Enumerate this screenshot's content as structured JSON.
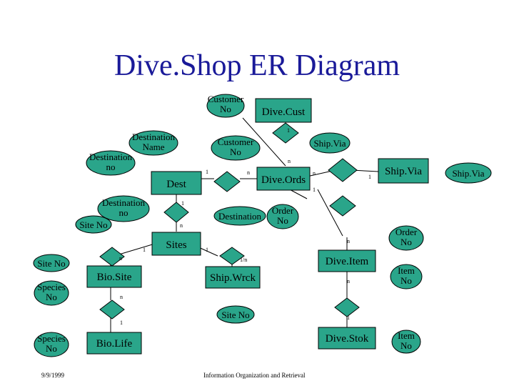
{
  "title": "Dive.Shop ER Diagram",
  "footer": {
    "date": "9/9/1999",
    "course": "Information Organization and Retrieval"
  },
  "entities": {
    "dive_cust": "Dive.Cust",
    "dest": "Dest",
    "dive_ords": "Dive.Ords",
    "ship_via": "Ship.Via",
    "sites": "Sites",
    "dive_item": "Dive.Item",
    "bio_site": "Bio.Site",
    "ship_wrck": "Ship.Wrck",
    "dive_stok": "Dive.Stok",
    "bio_life": "Bio.Life"
  },
  "attributes": {
    "customer_no_top": [
      "Customer",
      "No"
    ],
    "destination_name": [
      "Destination",
      "Name"
    ],
    "destination_no_a": [
      "Destination",
      "no"
    ],
    "customer_no_mid": [
      "Customer",
      "No"
    ],
    "ship_via_attr": "Ship.Via",
    "ship_via_far": "Ship.Via",
    "destination_no_b": [
      "Destination",
      "no"
    ],
    "site_no_a": "Site No",
    "destination": "Destination",
    "order_no_a": [
      "Order",
      "No"
    ],
    "order_no_b": [
      "Order",
      "No"
    ],
    "site_no_b": "Site No",
    "species_no_a": [
      "Species",
      "No"
    ],
    "item_no_a": [
      "Item",
      "No"
    ],
    "site_no_c": "Site No",
    "species_no_b": [
      "Species",
      "No"
    ],
    "item_no_b": [
      "Item",
      "No"
    ]
  },
  "cardinalities": {
    "cust_ords_1": "1",
    "cust_ords_n": "n",
    "dest_ords_1": "1",
    "dest_ords_n": "n",
    "ords_ship_n": "n",
    "ords_ship_1": "1",
    "ords_item_1": "1",
    "dest_sites_1": "1",
    "dest_sites_n": "n",
    "sites_bio_1": "1",
    "sites_bio_n": "n",
    "sites_wrck_1": "1",
    "sites_wrck_1n": "1/n",
    "item_n": "n",
    "item_stok_n": "n",
    "stok_1": "1",
    "bio_n": "n",
    "bio_life_1": "1"
  }
}
